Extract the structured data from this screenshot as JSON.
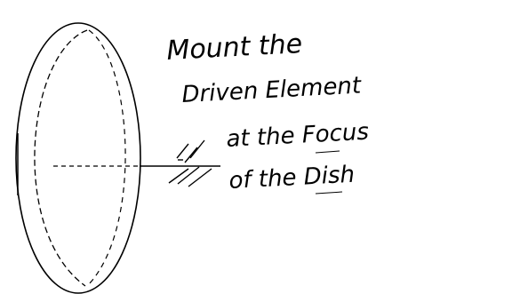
{
  "caption": {
    "line1": "Mount the",
    "line2": "Driven Element",
    "line3": "at the Focus",
    "line4": "of the Dish"
  },
  "colors": {
    "ink": "#000000",
    "background": "#ffffff"
  }
}
